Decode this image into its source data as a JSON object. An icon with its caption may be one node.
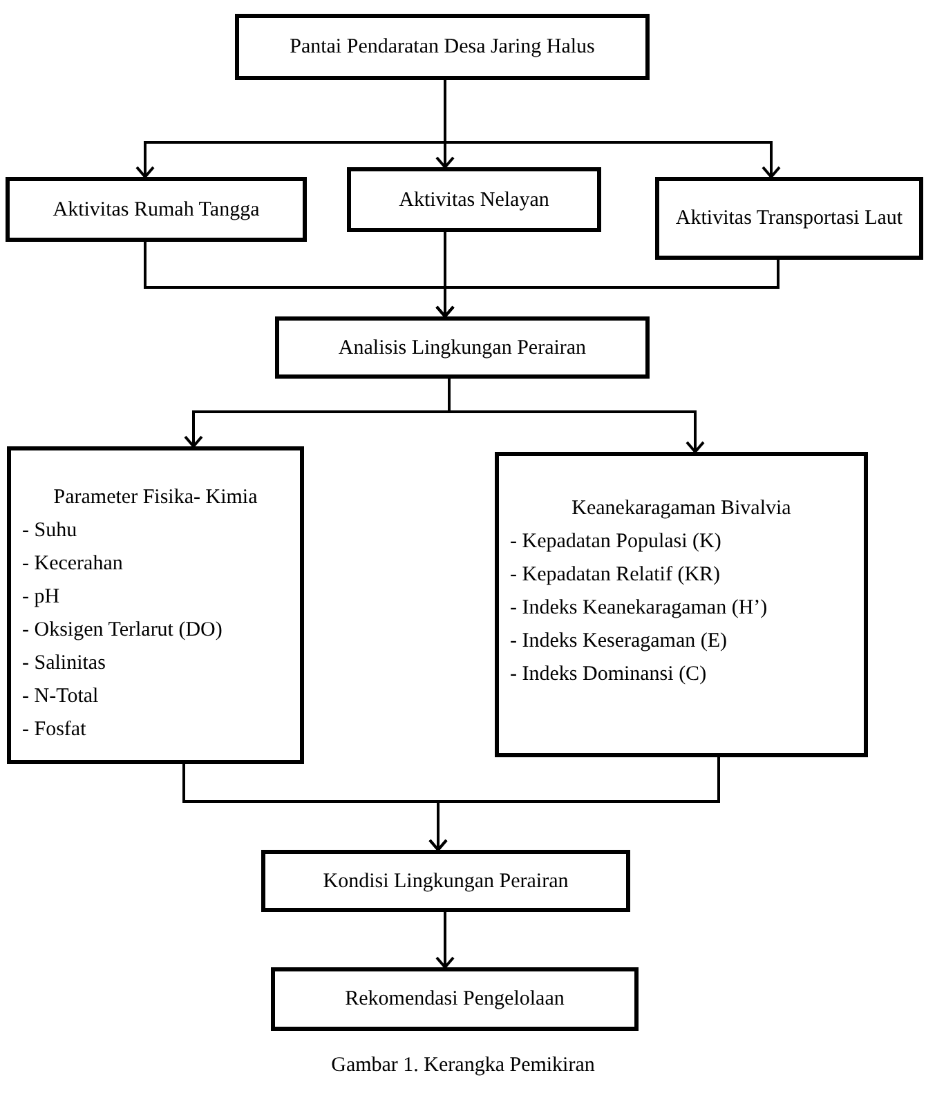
{
  "diagram": {
    "caption": "Gambar 1. Kerangka Pemikiran",
    "nodes": [
      {
        "text": [
          "Pantai Pendaratan Desa Jaring Halus"
        ]
      },
      {
        "text": [
          "Aktivitas Rumah Tangga"
        ]
      },
      {
        "text": [
          "Aktivitas Nelayan"
        ]
      },
      {
        "text": [
          "Aktivitas Transportasi Laut"
        ]
      },
      {
        "text": [
          "Analisis Lingkungan Perairan"
        ]
      },
      {
        "text": [
          "Parameter Fisika- Kimia",
          "- Suhu",
          "- Kecerahan",
          "- pH",
          "- Oksigen Terlarut (DO)",
          "- Salinitas",
          "- N-Total",
          "- Fosfat"
        ]
      },
      {
        "text": [
          "Keanekaragaman Bivalvia",
          "- Kepadatan Populasi (K)",
          "- Kepadatan Relatif (KR)",
          "- Indeks Keanekaragaman (H’)",
          "- Indeks Keseragaman (E)",
          "- Indeks Dominansi (C)"
        ]
      },
      {
        "text": [
          "Kondisi Lingkungan Perairan"
        ]
      },
      {
        "text": [
          "Rekomendasi Pengelolaan"
        ]
      }
    ],
    "edges": [
      {
        "from": 0,
        "to": 1,
        "arrow": "to"
      },
      {
        "from": 0,
        "to": 2,
        "arrow": "to"
      },
      {
        "from": 0,
        "to": 3,
        "arrow": "to"
      },
      {
        "from": 1,
        "to": 4,
        "arrow": "to"
      },
      {
        "from": 2,
        "to": 4,
        "arrow": "to"
      },
      {
        "from": 3,
        "to": 4,
        "arrow": "to"
      },
      {
        "from": 4,
        "to": 5,
        "arrow": "to"
      },
      {
        "from": 4,
        "to": 6,
        "arrow": "to"
      },
      {
        "from": 5,
        "to": 7,
        "arrow": "to"
      },
      {
        "from": 6,
        "to": 7,
        "arrow": "to"
      },
      {
        "from": 7,
        "to": 8,
        "arrow": "to"
      }
    ]
  }
}
